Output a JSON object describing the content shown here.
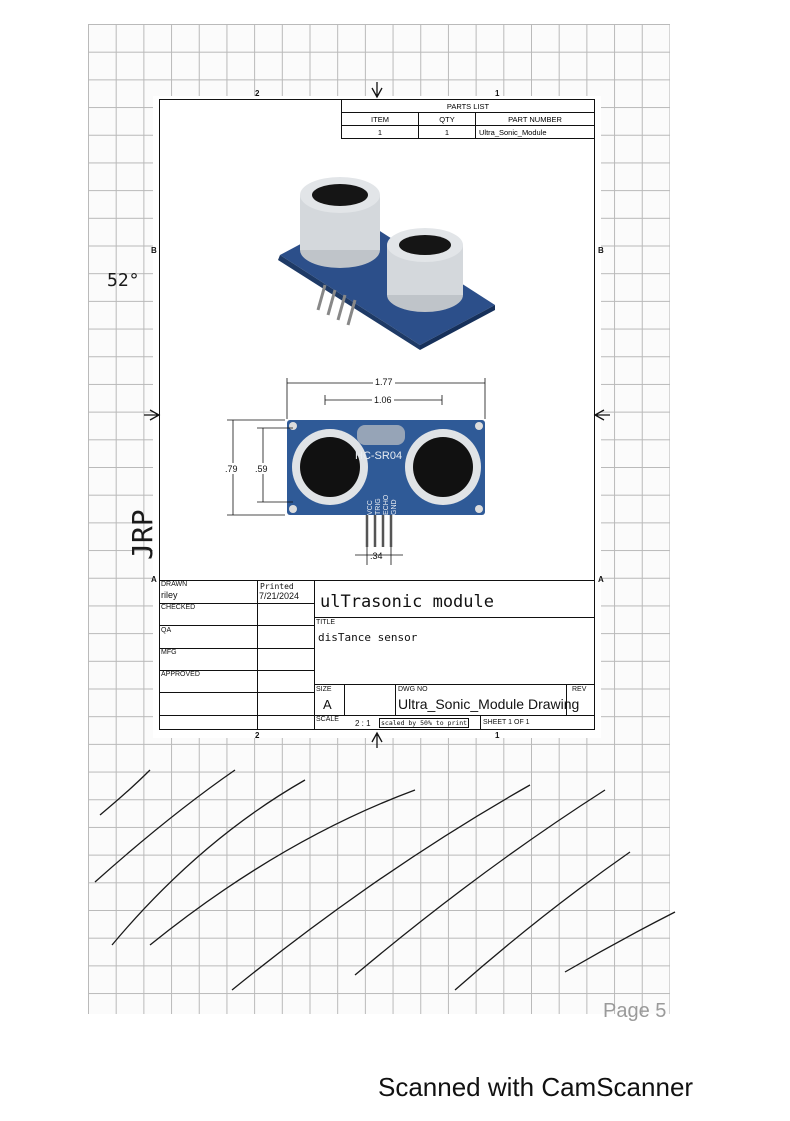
{
  "drawing": {
    "zones": {
      "top_2": "2",
      "top_1": "1",
      "bottom_2": "2",
      "bottom_1": "1",
      "left_b": "B",
      "right_b": "B",
      "left_a": "A",
      "right_a": "A"
    },
    "parts_list": {
      "title": "PARTS LIST",
      "headers": [
        "ITEM",
        "QTY",
        "PART NUMBER"
      ],
      "rows": [
        [
          "1",
          "1",
          "Ultra_Sonic_Module"
        ]
      ]
    },
    "dimensions": {
      "overall_width": "1.77",
      "transducer_spacing": "1.06",
      "height": ".79",
      "transducer_height": ".59",
      "pin_spacing": ".34"
    },
    "module_labels": {
      "model": "HC-SR04",
      "pins": [
        "VCC",
        "TRIG",
        "ECHO",
        "GND"
      ]
    },
    "title_block": {
      "drawn_label": "DRAWN",
      "drawn_by": "riley",
      "printed_note": "Printed",
      "date": "7/21/2024",
      "checked_label": "CHECKED",
      "qa_label": "QA",
      "mfg_label": "MFG",
      "approved_label": "APPROVED",
      "project": "ulTrasonic module",
      "title_label": "TITLE",
      "title_value": "disTance sensor",
      "size_label": "SIZE",
      "size_value": "A",
      "dwg_no_label": "DWG NO",
      "dwg_no_value": "Ultra_Sonic_Module Drawing",
      "rev_label": "REV",
      "scale_label": "SCALE",
      "scale_value": "2 : 1",
      "scale_note": "scaled by 50% to print",
      "sheet_value": "SHEET 1  OF 1"
    }
  },
  "margin_notes": {
    "left_top": "52°",
    "left_initials": "JRP"
  },
  "page_number": "Page 5",
  "footer": "Scanned with CamScanner"
}
